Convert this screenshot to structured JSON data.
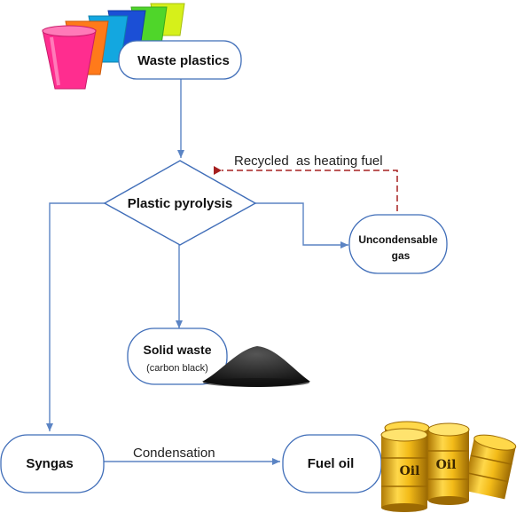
{
  "nodes": {
    "waste_plastics": "Waste plastics",
    "plastic_pyrolysis": "Plastic pyrolysis",
    "uncondensable_line1": "Uncondensable",
    "uncondensable_line2": "gas",
    "solid_waste": "Solid waste",
    "solid_waste_sub": "(carbon black)",
    "syngas": "Syngas",
    "fuel_oil": "Fuel oil"
  },
  "edges": {
    "recycled_label": "Recycled  as heating fuel",
    "condensation_label": "Condensation"
  },
  "drum_labels": [
    "Oil",
    "Oil"
  ],
  "colors": {
    "flow_line": "#5b84c4",
    "node_border": "#3f6db8",
    "recycle_arrow": "#a52020",
    "drum": "#e0ad10",
    "carbon_black": "#1c1c1c"
  },
  "cup_colors": [
    "#ff2d8f",
    "#ff7a1a",
    "#13a7e0",
    "#1b4fd6",
    "#4fd62a",
    "#d6f01a"
  ],
  "icons": [
    "plastic-cups-image",
    "carbon-black-pile-image",
    "oil-drums-image"
  ]
}
